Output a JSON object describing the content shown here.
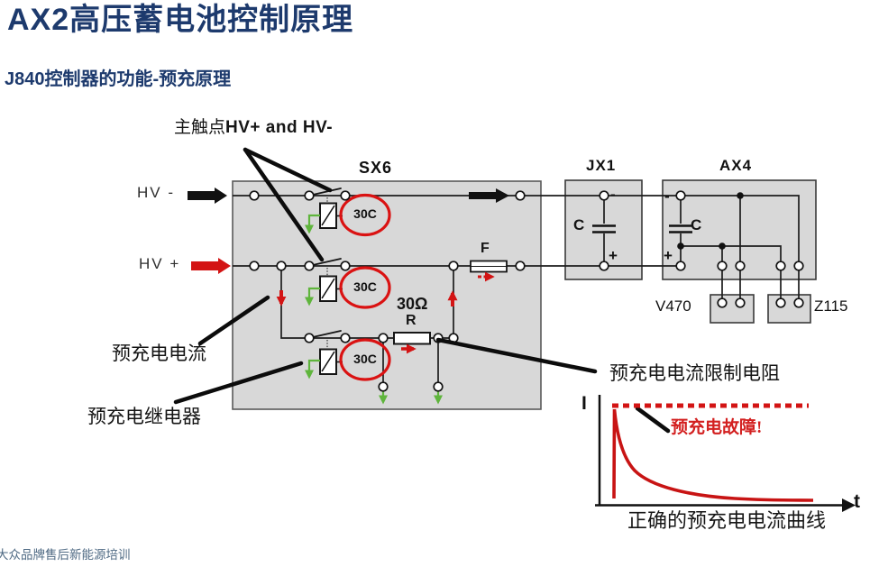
{
  "slide": {
    "title": "AX2高压蓄电池控制原理",
    "subtitle": "J840控制器的功能-预充原理",
    "footer": "大众品牌售后新能源培训"
  },
  "annotations": {
    "main_contacts_prefix": "主触点",
    "main_contacts_names": "HV+ and HV-",
    "precharge_current": "预充电电流",
    "precharge_relay": "预充电继电器",
    "precharge_resistor": "预充电电流限制电阻"
  },
  "schematic": {
    "hv_minus": "HV -",
    "hv_plus": "HV +",
    "battery_box": "SX6",
    "junction_box": "JX1",
    "inverter_box": "AX4",
    "component_v470": "V470",
    "component_z115": "Z115",
    "relay_terminal": "30C",
    "fuse": "F",
    "resistor_value": "30Ω",
    "resistor_ref": "R",
    "capacitor": "C",
    "minus": "-",
    "plus": "+"
  },
  "chart": {
    "type": "line",
    "y_axis_label": "I",
    "x_axis_label": "t",
    "fault_annotation": "预充电故障!",
    "caption": "正确的预充电电流曲线",
    "series": [
      {
        "name": "正确的预充电电流曲线",
        "color": "#c81414",
        "style": "solid",
        "shape": "sharp peak then exponential decay to zero"
      },
      {
        "name": "预充电故障",
        "color": "#d31414",
        "style": "dotted",
        "shape": "current stays at peak level"
      }
    ]
  },
  "colors": {
    "title_navy": "#1d3a6d",
    "circuit_red": "#d31414",
    "signal_green": "#5fb53c",
    "box_gray": "#d8d8d8",
    "footer_blue": "#4e6983"
  }
}
